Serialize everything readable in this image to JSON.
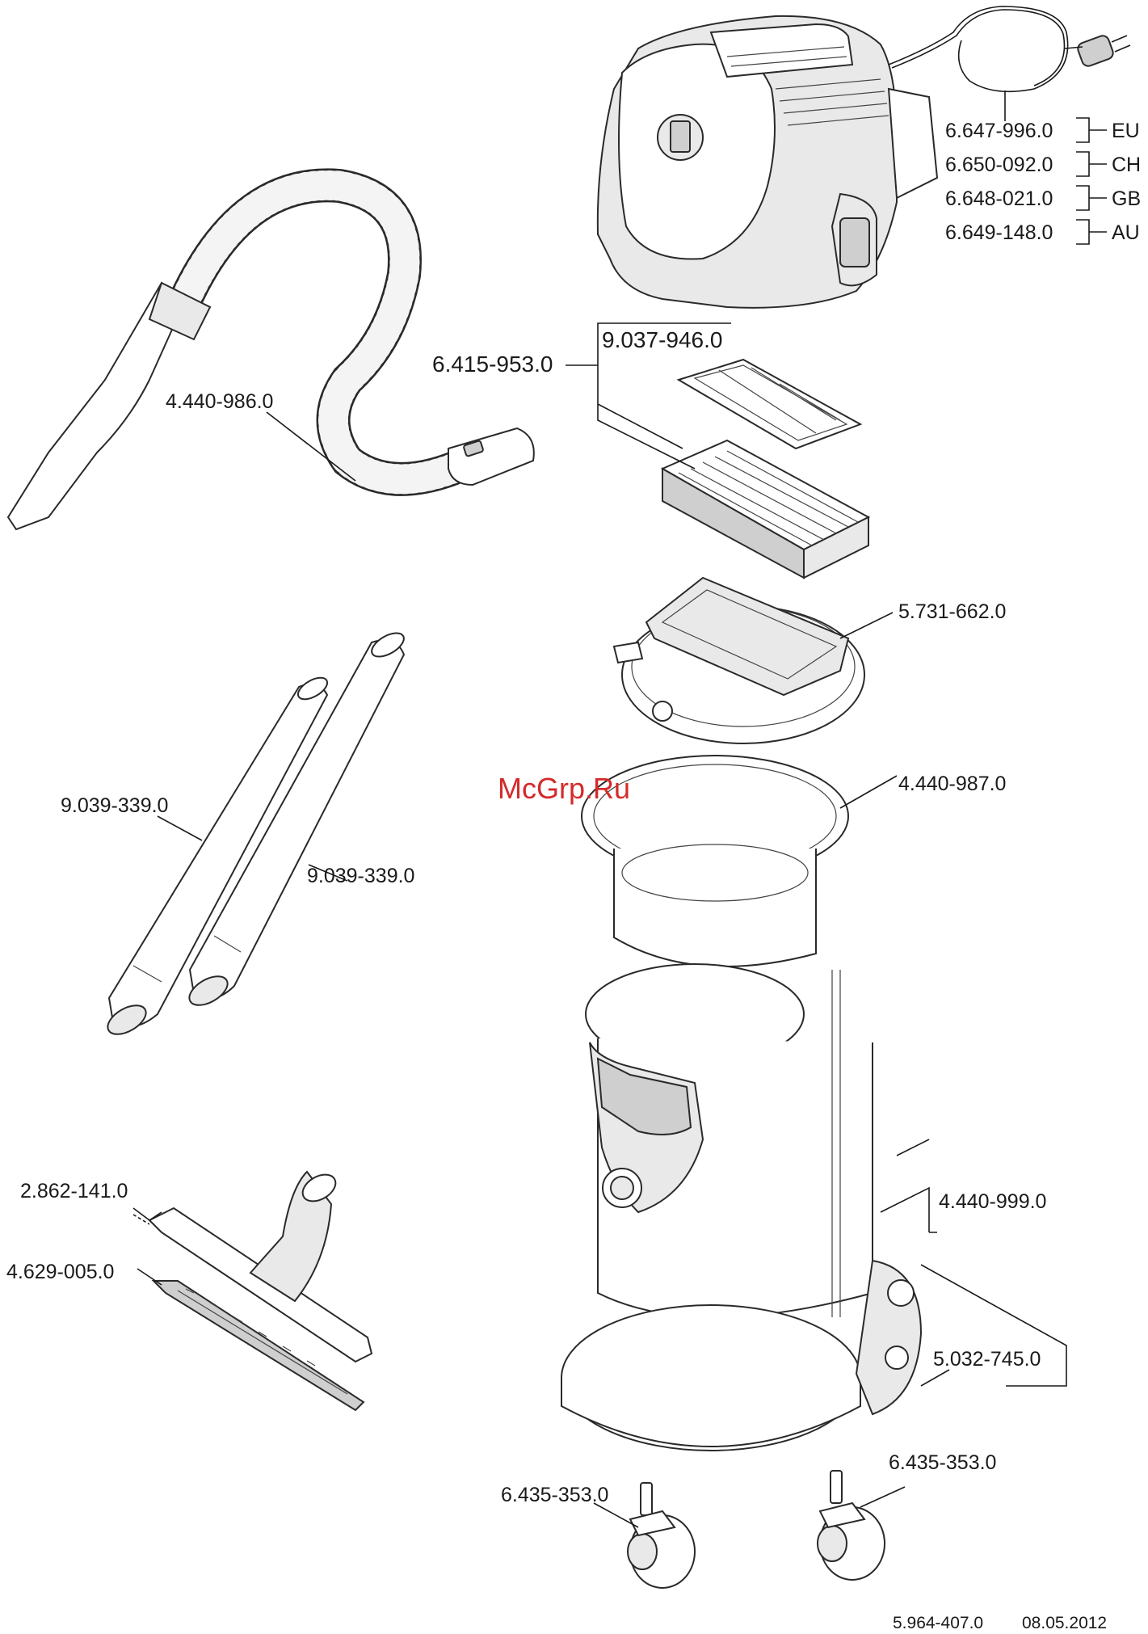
{
  "watermark": "McGrp.Ru",
  "parts": {
    "power_cord_eu": "6.647-996.0",
    "power_cord_ch": "6.650-092.0",
    "power_cord_gb": "6.648-021.0",
    "power_cord_au": "6.649-148.0",
    "hose_assembly": "4.440-986.0",
    "filter_set": "6.415-953.0",
    "filter_frame": "9.037-946.0",
    "filter_basket": "5.731-662.0",
    "seal_ring": "4.440-987.0",
    "suction_tube_1": "9.039-339.0",
    "suction_tube_2": "9.039-339.0",
    "container": "4.440-999.0",
    "base": "5.032-745.0",
    "floor_nozzle_insert": "2.862-141.0",
    "floor_nozzle": "4.629-005.0",
    "caster_left": "6.435-353.0",
    "caster_right": "6.435-353.0"
  },
  "country_codes": {
    "eu": "EU",
    "ch": "CH",
    "gb": "GB",
    "au": "AU"
  },
  "footer": {
    "drawing_number": "5.964-407.0",
    "date": "08.05.2012"
  }
}
